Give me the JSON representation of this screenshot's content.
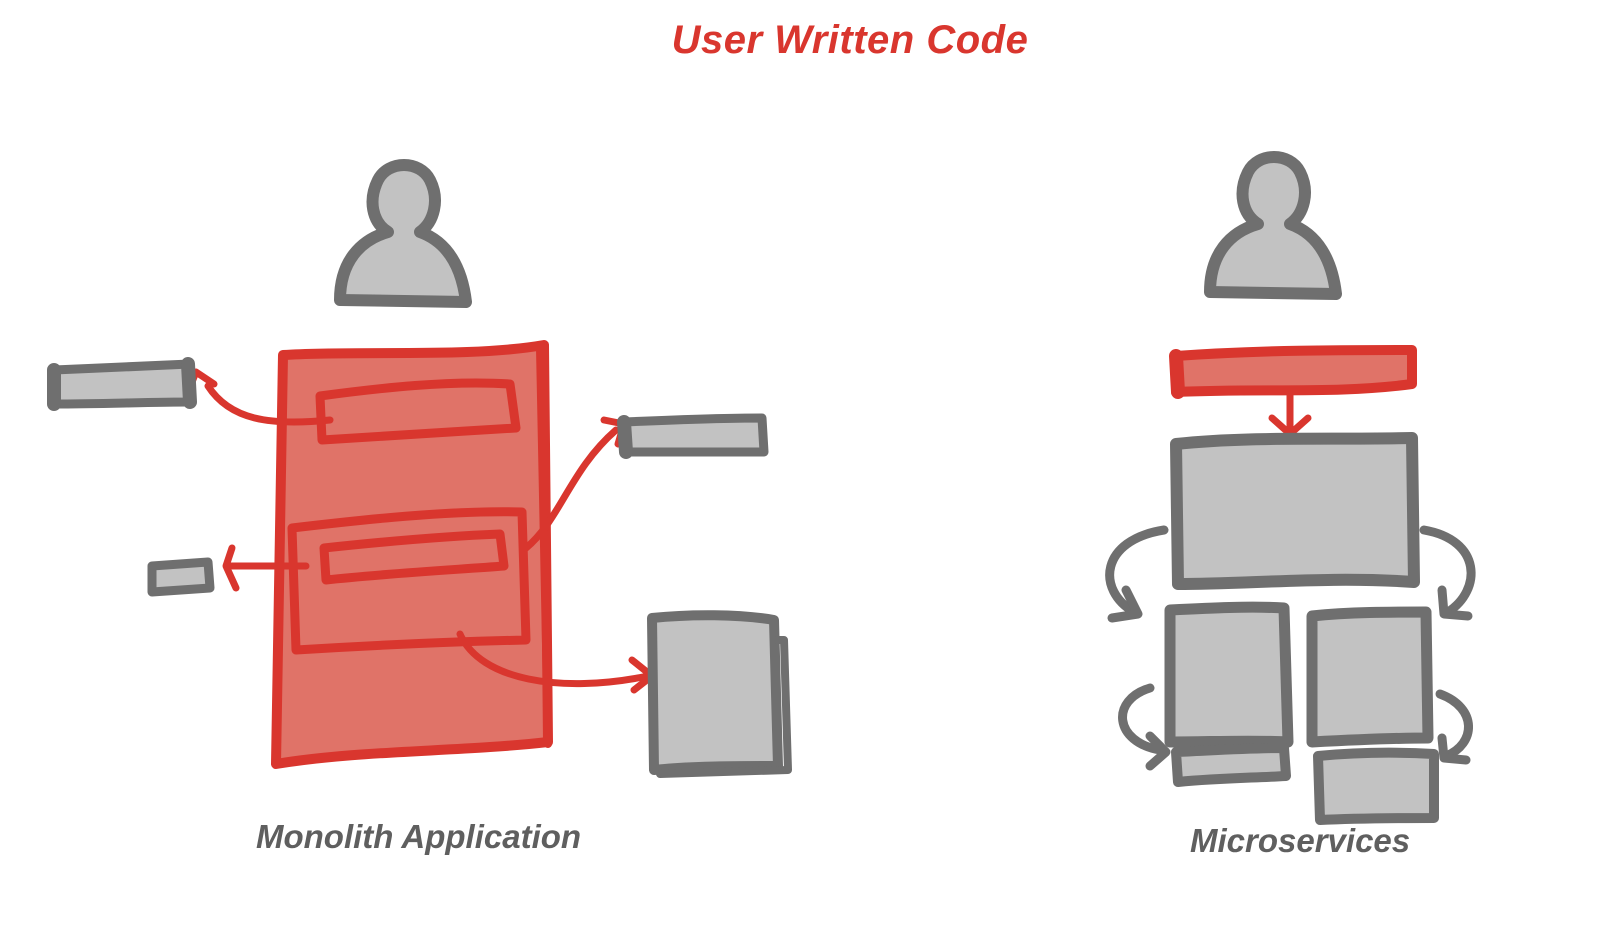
{
  "title": "User Written Code",
  "panels": {
    "monolith": {
      "caption": "Monolith Application"
    },
    "microservices": {
      "caption": "Microservices"
    }
  },
  "colors": {
    "accent_red": "#d9362e",
    "red_fill": "#e07368",
    "gray_stroke": "#6f6f6f",
    "gray_fill": "#c2c2c2",
    "caption_text": "#5f5f5f"
  },
  "icons": {
    "user": "person-silhouette-icon",
    "flow": "curved-arrow-icon"
  }
}
